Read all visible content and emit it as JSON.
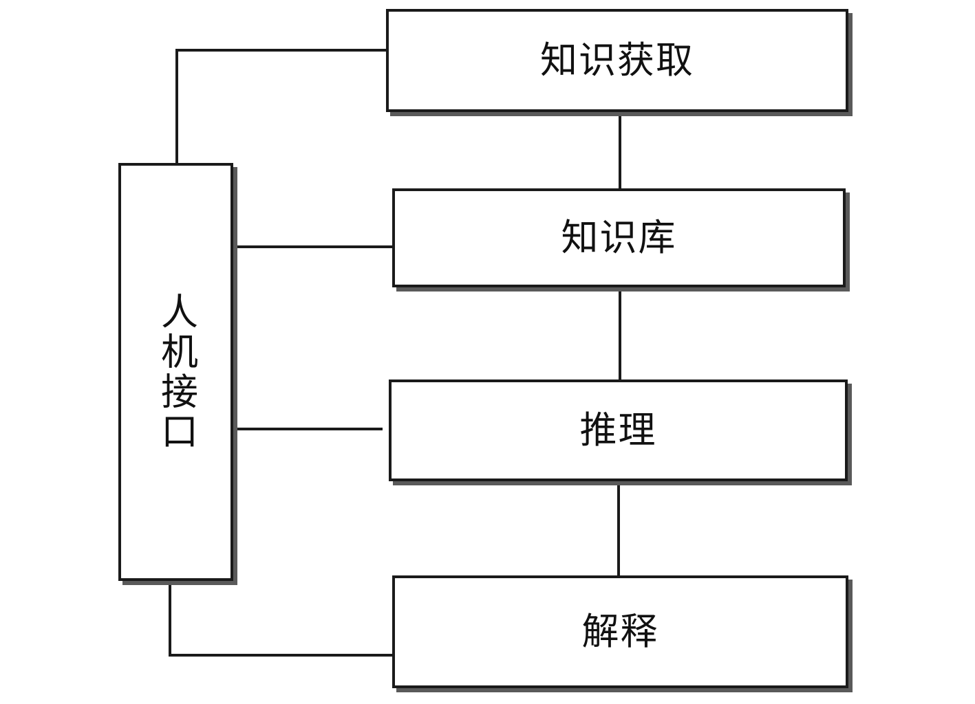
{
  "diagram": {
    "interface": {
      "label": "人机接口"
    },
    "acquisition": {
      "label": "知识获取"
    },
    "knowledge_base": {
      "label": "知识库"
    },
    "reasoning": {
      "label": "推理"
    },
    "explanation": {
      "label": "解释"
    }
  },
  "colors": {
    "stroke": "#1a1a1a",
    "shadow": "#5a5a5a",
    "fill": "#ffffff",
    "text": "#111111"
  }
}
